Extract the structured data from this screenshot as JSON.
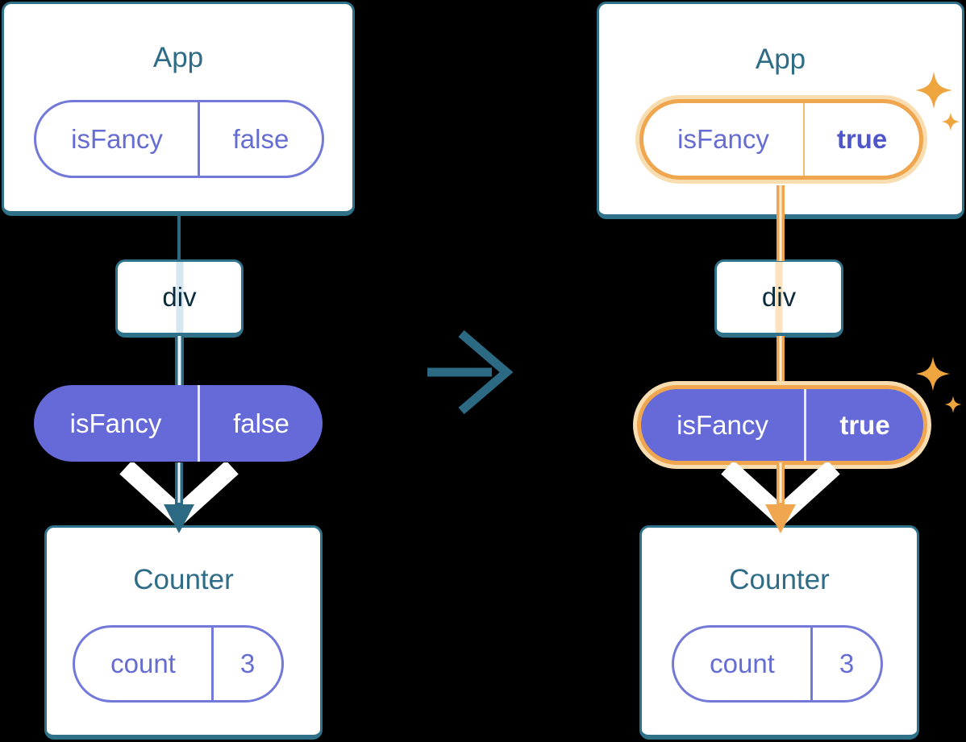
{
  "colors": {
    "background": "#000000",
    "card_border": "#30718a",
    "card_bg": "#ffffff",
    "title_text": "#2f6c87",
    "tag_text": "#0c2b3b",
    "pill_border": "#7379d9",
    "pill_text": "#666dd2",
    "prop_fill": "#656ad8",
    "bold_value_text": "#4e56c9",
    "highlight_orange": "#f0a64f",
    "highlight_glow": "#f8ddb0",
    "sparkle": "#efa53e",
    "arrow": "#2c6a84"
  },
  "icons": {
    "sparkle": "✦",
    "transition_arrow": "→",
    "pass_down_arrow": "↓"
  },
  "before": {
    "app": {
      "title": "App",
      "prop": {
        "name": "isFancy",
        "value": "false"
      }
    },
    "div_tag": {
      "label": "div"
    },
    "passed_prop": {
      "name": "isFancy",
      "value": "false"
    },
    "counter": {
      "title": "Counter",
      "state": {
        "name": "count",
        "value": "3"
      }
    }
  },
  "after": {
    "app": {
      "title": "App",
      "prop": {
        "name": "isFancy",
        "value": "true"
      }
    },
    "div_tag": {
      "label": "div"
    },
    "passed_prop": {
      "name": "isFancy",
      "value": "true"
    },
    "counter": {
      "title": "Counter",
      "state": {
        "name": "count",
        "value": "3"
      }
    }
  }
}
